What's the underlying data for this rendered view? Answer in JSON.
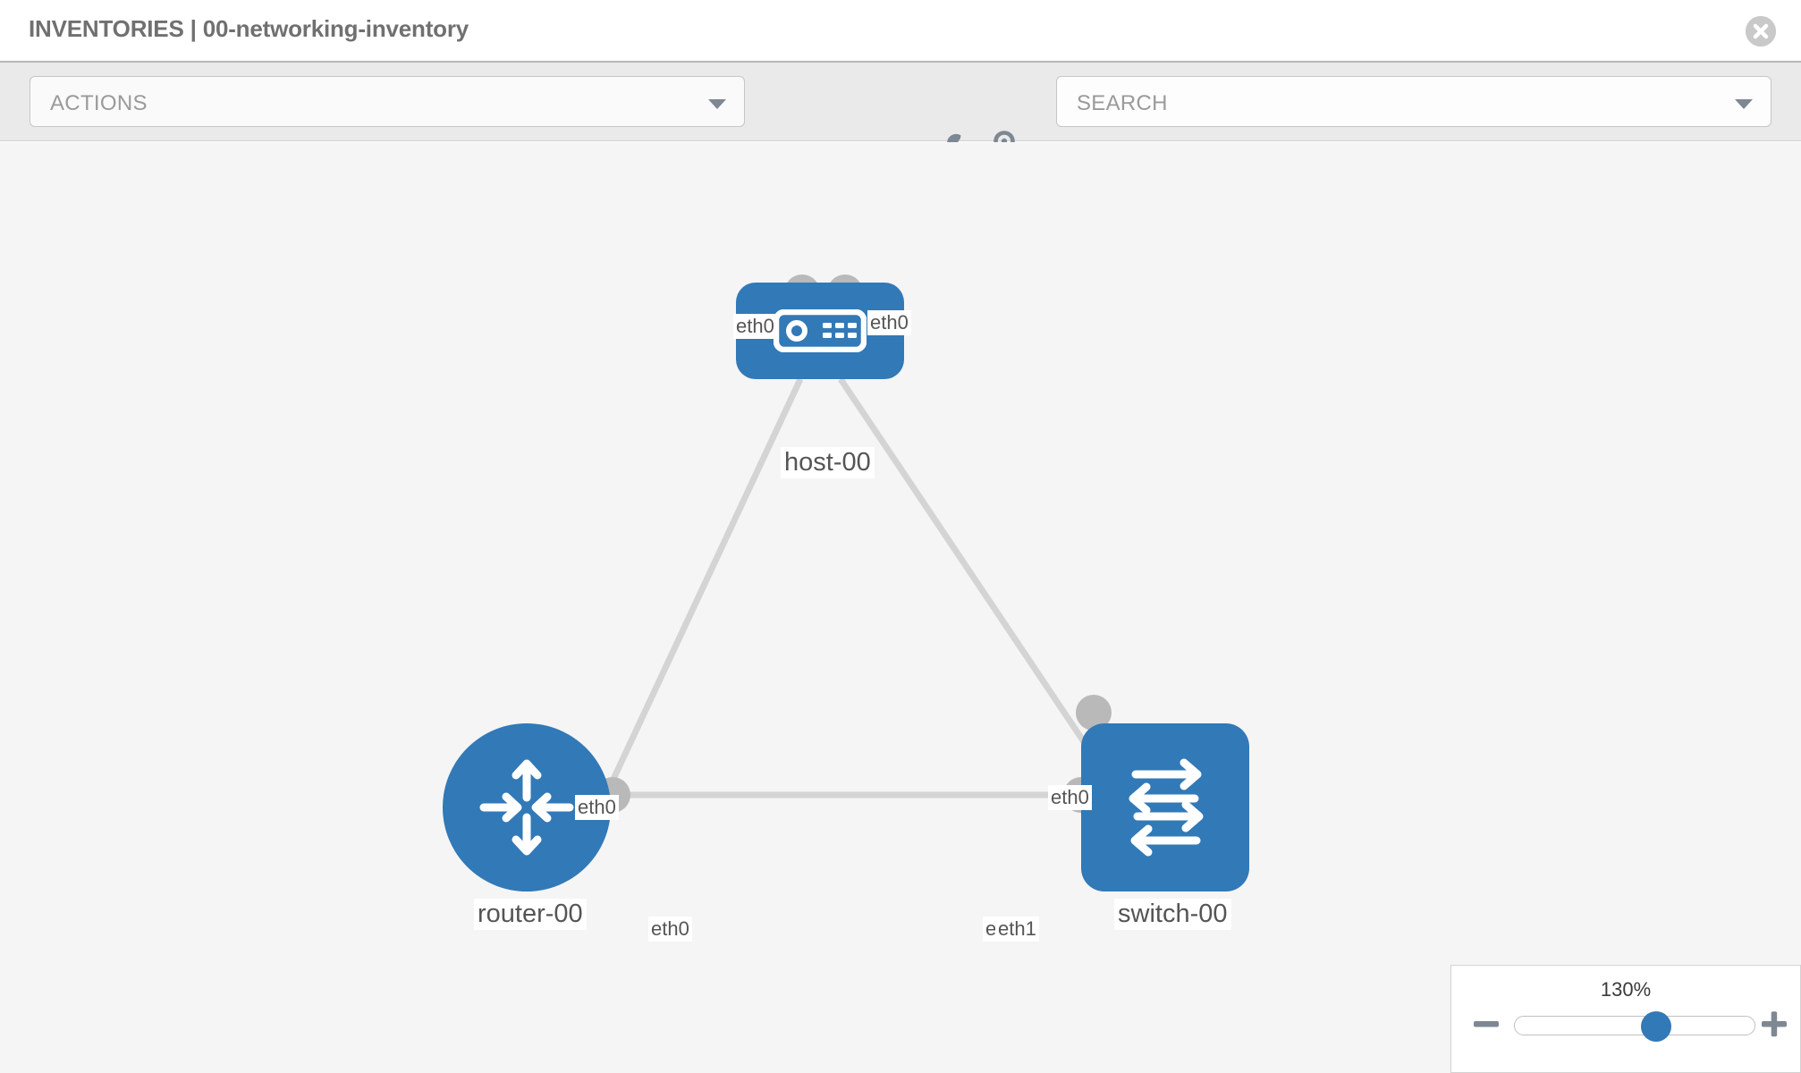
{
  "header": {
    "title": "INVENTORIES | 00-networking-inventory",
    "close_icon": "close-circle-icon"
  },
  "toolbar": {
    "actions_label": "ACTIONS",
    "actions_caret_icon": "chevron-down-icon",
    "wrench_icon": "wrench-icon",
    "key_icon": "key-icon",
    "search_placeholder": "SEARCH",
    "search_value": "",
    "search_caret_icon": "chevron-down-icon"
  },
  "topology": {
    "nodes": [
      {
        "id": "host-00",
        "label": "host-00",
        "type": "host",
        "icon": "server-rack-icon",
        "color": "#3279b7"
      },
      {
        "id": "router-00",
        "label": "router-00",
        "type": "router",
        "icon": "router-arrows-icon",
        "color": "#3279b7"
      },
      {
        "id": "switch-00",
        "label": "switch-00",
        "type": "switch",
        "icon": "switch-arrows-icon",
        "color": "#3279b7"
      }
    ],
    "links": [
      {
        "from": "host-00",
        "to": "router-00",
        "from_port": "eth0",
        "to_port": "eth0"
      },
      {
        "from": "host-00",
        "to": "switch-00",
        "from_port": "eth0",
        "to_port": "eth0"
      },
      {
        "from": "router-00",
        "to": "switch-00",
        "from_port": "eth0",
        "to_port": "eth1"
      }
    ],
    "port_labels": {
      "host_left": "eth0",
      "host_right": "eth0",
      "router_up": "eth0",
      "switch_up": "eth0",
      "router_right": "eth0",
      "switch_left_under": "eth0",
      "switch_left": "eth1"
    }
  },
  "zoom_control": {
    "value": "130%",
    "minus_icon": "minus-icon",
    "plus_icon": "plus-icon",
    "handle_icon": "slider-handle"
  }
}
